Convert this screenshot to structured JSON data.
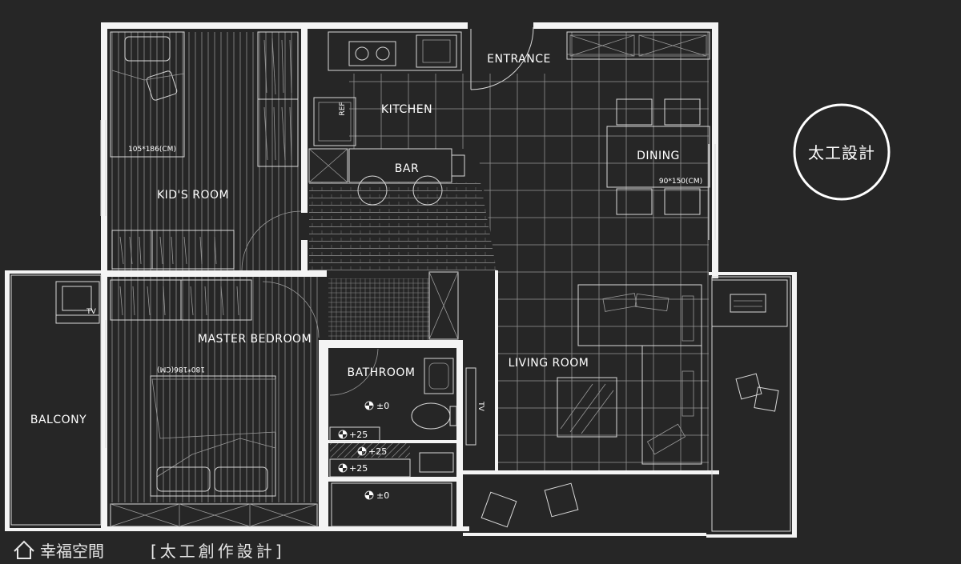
{
  "rooms": {
    "entrance": "ENTRANCE",
    "kitchen": "KITCHEN",
    "dining": "DINING",
    "bar": "BAR",
    "kids_room": "KID'S ROOM",
    "master_bedroom": "MASTER BEDROOM",
    "bathroom": "BATHROOM",
    "living_room": "LIVING ROOM",
    "balcony": "BALCONY"
  },
  "dimensions": {
    "kid_bed": "105*186(CM)",
    "master_bed": "180*186(CM)",
    "dining_table": "90*150(CM)"
  },
  "fixtures": {
    "fridge": "REF",
    "tv": "TV",
    "tv_cabinet": "TV"
  },
  "levels": {
    "bath_floor": "±0",
    "step_1": "+25",
    "step_2": "+25",
    "step_3": "+25",
    "shower_floor": "±0"
  },
  "badge": {
    "text": "太工設計"
  },
  "watermark": {
    "brand": "幸福空間",
    "designer": "[太工創作設計]"
  },
  "colors": {
    "background": "#262626",
    "walls": "#f4f4f4",
    "lines": "#d8d8d8",
    "text": "#ffffff"
  }
}
